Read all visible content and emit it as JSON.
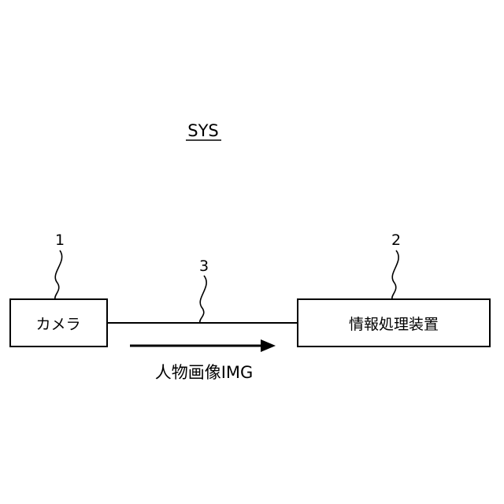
{
  "diagram": {
    "system_label": "SYS",
    "nodes": {
      "camera": {
        "ref": "1",
        "label": "カメラ"
      },
      "processor": {
        "ref": "2",
        "label": "情報処理装置"
      }
    },
    "link": {
      "ref": "3"
    },
    "flow": {
      "label": "人物画像IMG"
    }
  }
}
